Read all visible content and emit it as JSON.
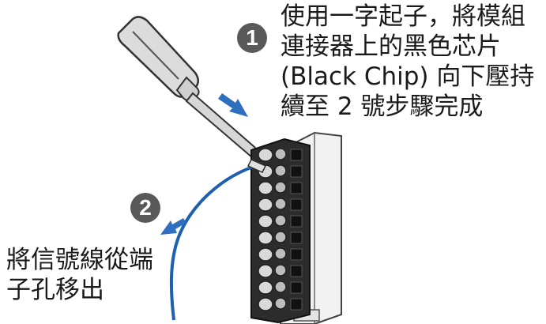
{
  "steps": [
    {
      "number": "1",
      "lines": [
        "使用一字起子，將模組",
        "連接器上的黑色芯片",
        "(Black Chip) 向下壓持",
        "續至 2 號步驟完成"
      ]
    },
    {
      "number": "2",
      "lines": [
        "將信號線從端",
        "子孔移出"
      ]
    }
  ],
  "colors": {
    "badge": "#595959",
    "arrow": "#2f6fc0",
    "wire": "#1f5fb0",
    "terminal_body": "#2c2c2c",
    "module_body": "#f2f2f2",
    "screwdriver": "#dcdcdc"
  }
}
